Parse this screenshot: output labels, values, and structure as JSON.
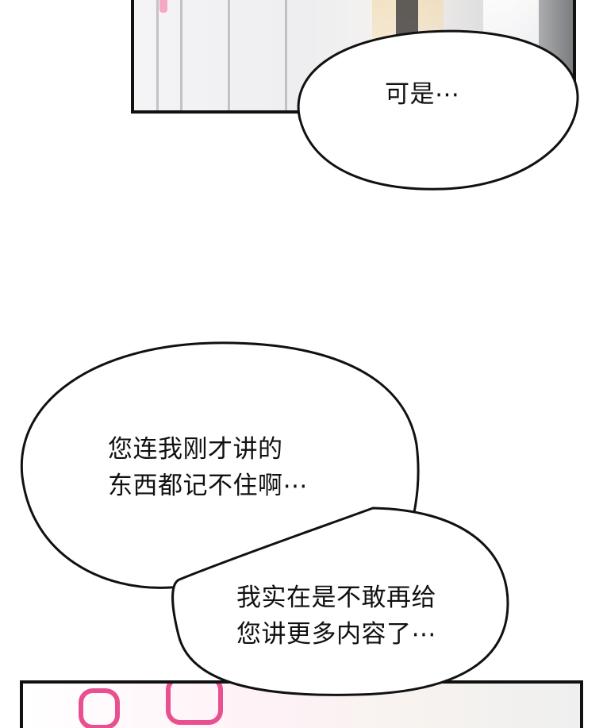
{
  "bubbles": {
    "top": {
      "text": "可是⋯"
    },
    "middle": {
      "lines": [
        "您连我刚才讲的",
        "东西都记不住啊⋯"
      ]
    },
    "bottom": {
      "lines": [
        "我实在是不敢再给",
        "您讲更多内容了⋯"
      ]
    }
  },
  "colors": {
    "ink": "#111111",
    "panel_border": "#111111",
    "sfx_pink": "#e8508f"
  }
}
